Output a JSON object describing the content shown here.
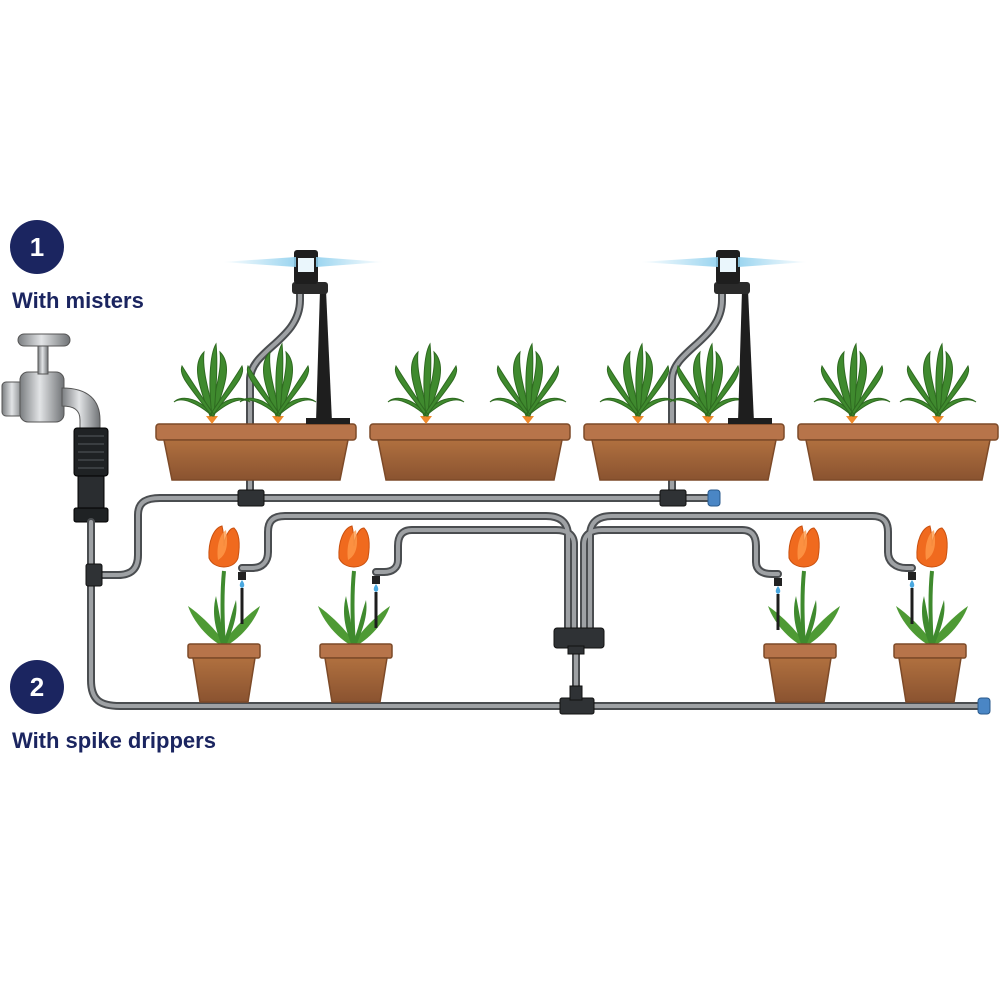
{
  "labels": {
    "system_1": {
      "number": "1",
      "text": "With misters"
    },
    "system_2": {
      "number": "2",
      "text": "With spike drippers"
    }
  },
  "colors": {
    "badge": "#1b2560",
    "pot": "#a0643a",
    "pot_rim": "#b7744a",
    "tubing": "#8a8d90",
    "tubing_dark": "#4a4d50",
    "leaf": "#3f8a2e",
    "carrot": "#ef8a2c",
    "tulip": "#f06a1e",
    "end_cap": "#4a86c5",
    "mist": "#8fd0ee"
  },
  "icons": [
    "tap-icon",
    "hose-connector-icon",
    "mister-icon",
    "spike-dripper-icon",
    "end-cap-icon",
    "t-connector-icon",
    "carrot-plant-icon",
    "tulip-plant-icon"
  ]
}
